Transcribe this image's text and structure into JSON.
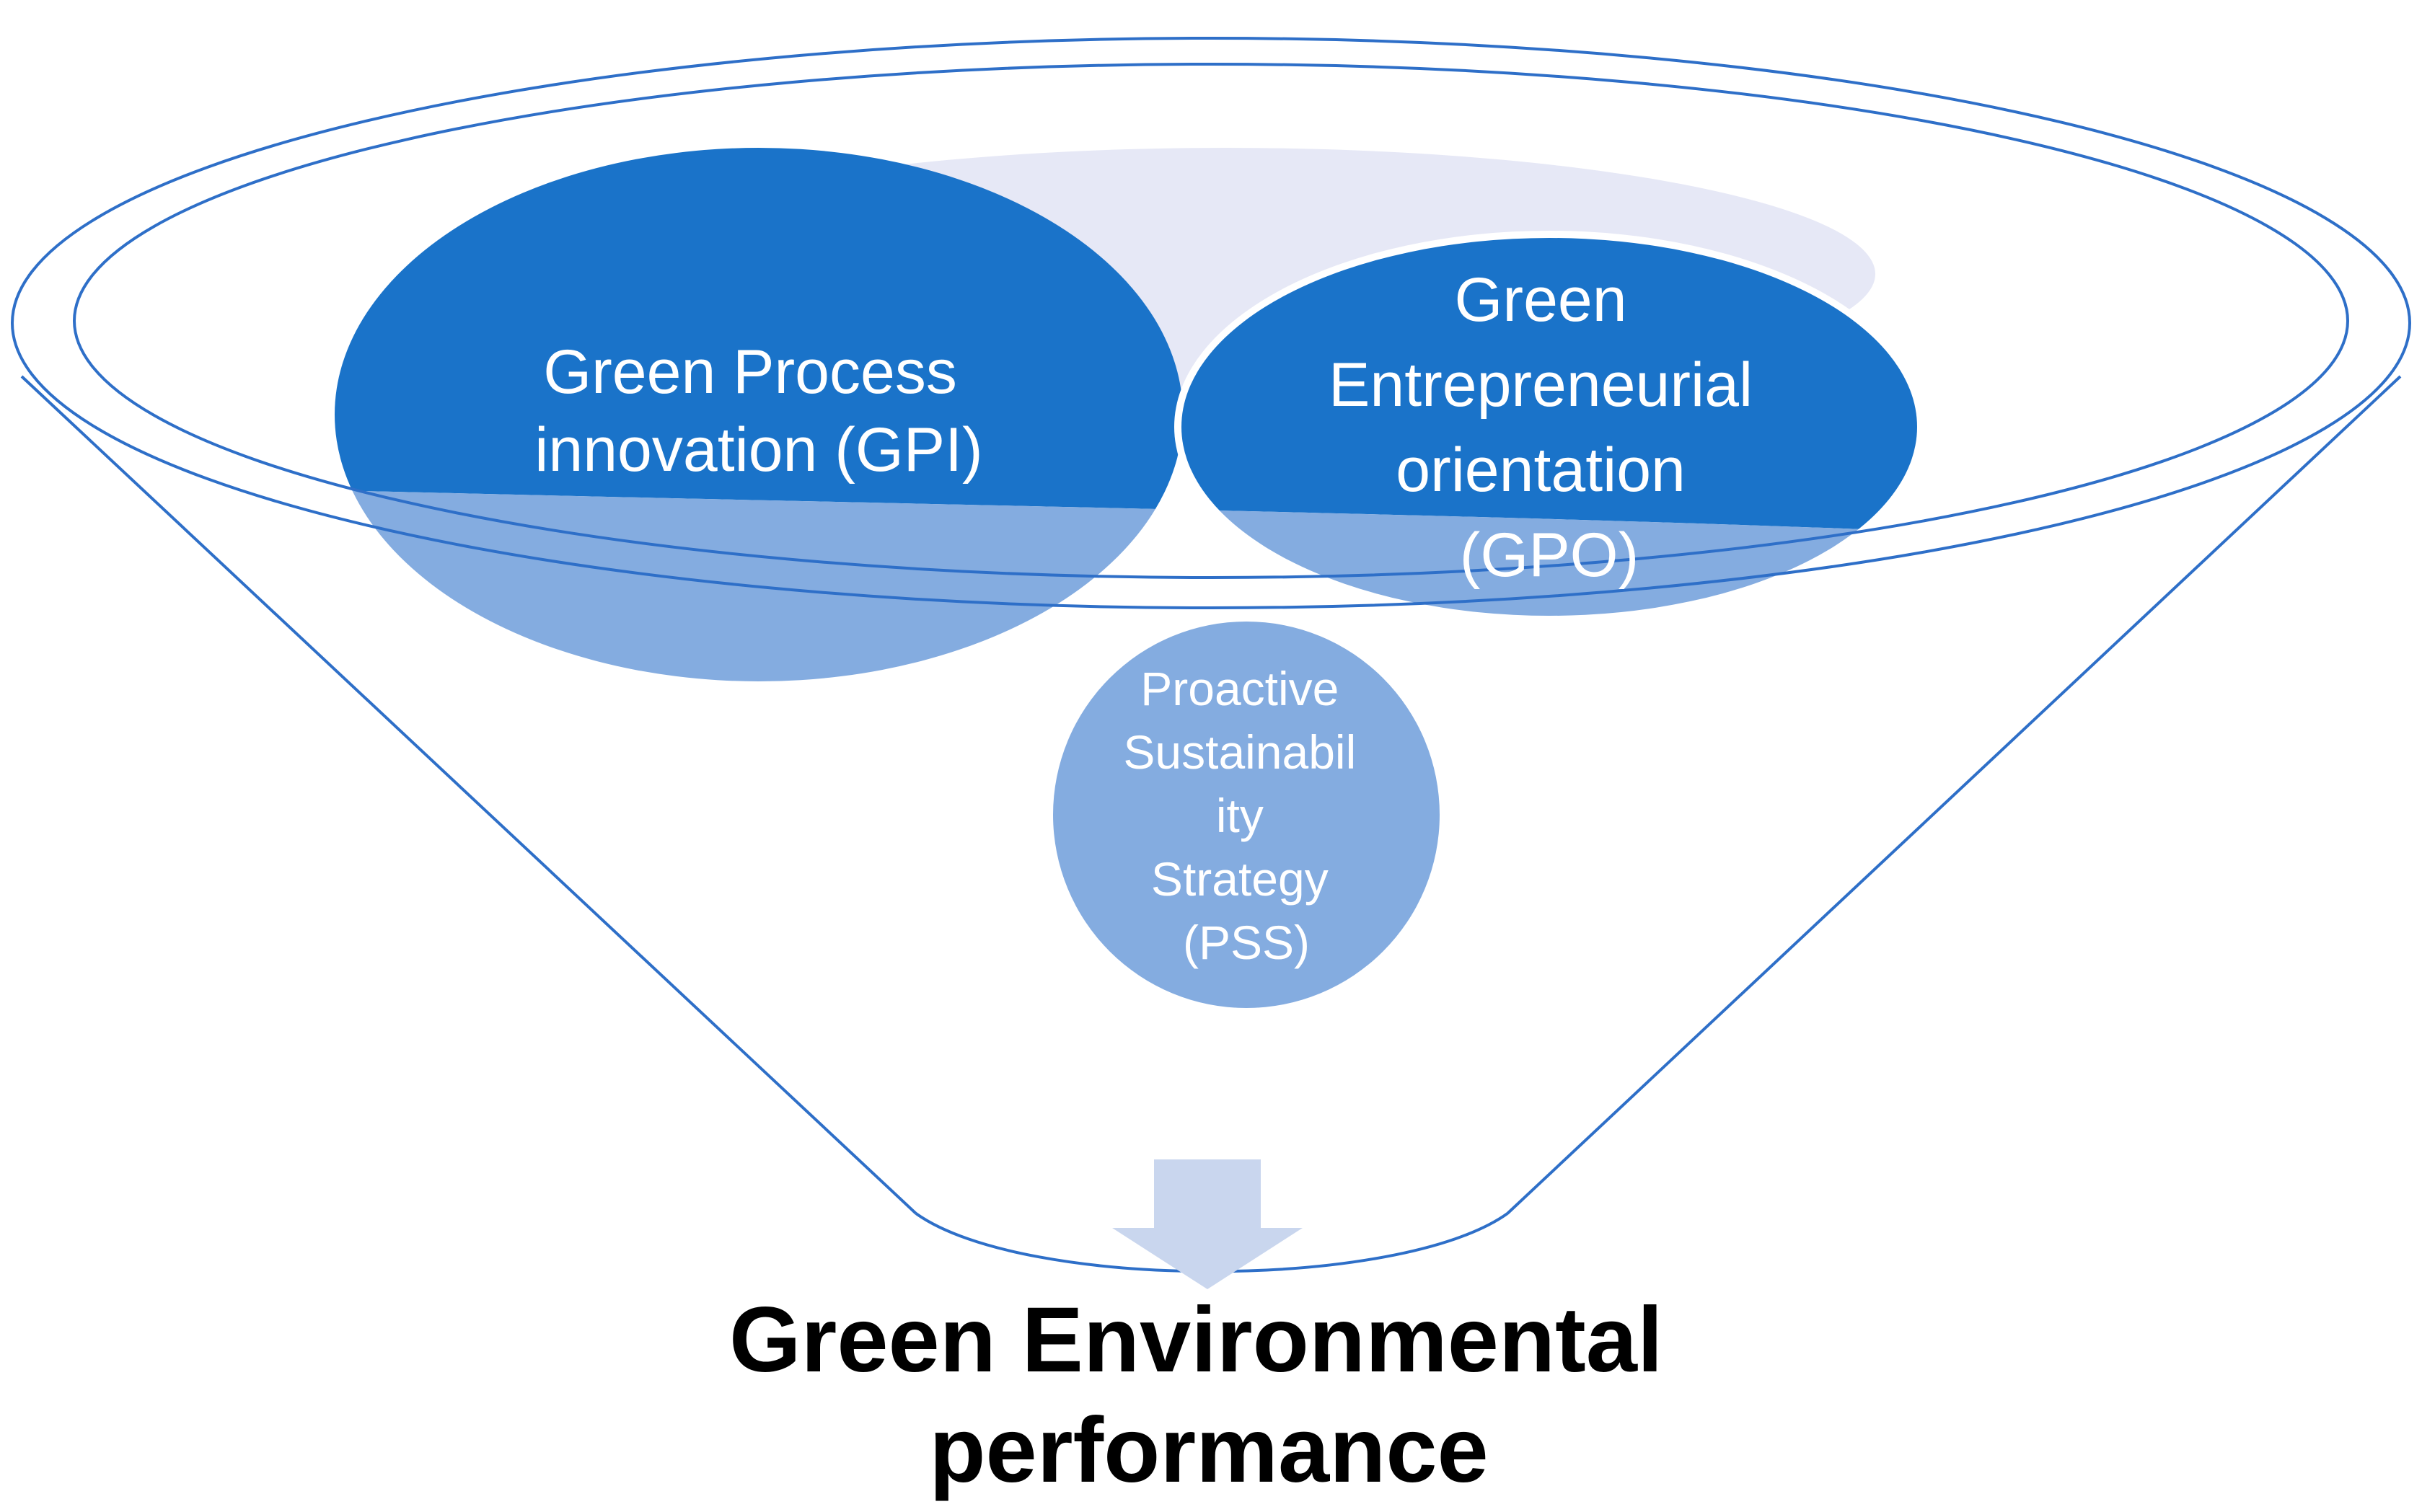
{
  "diagram": {
    "ovals": [
      {
        "id": "gpi",
        "lines": [
          "Green Process",
          "innovation (GPI)"
        ]
      },
      {
        "id": "gpo",
        "lines": [
          "Green",
          "Entrepreneurial",
          "orientation",
          "(GPO)"
        ]
      }
    ],
    "circle": {
      "id": "pss",
      "lines": [
        "Proactive",
        "Sustainabil",
        "ity",
        "Strategy",
        "(PSS)"
      ]
    },
    "outcome": {
      "lines": [
        "Green Environmental",
        "performance"
      ]
    },
    "colors": {
      "funnel_outline": "#2e6fc8",
      "oval_dark": "#1a73c9",
      "oval_light": "#84ace0",
      "back_shape": "#e6e8f6",
      "arrow": "#c9d6ee",
      "outcome_text": "#000000"
    }
  }
}
